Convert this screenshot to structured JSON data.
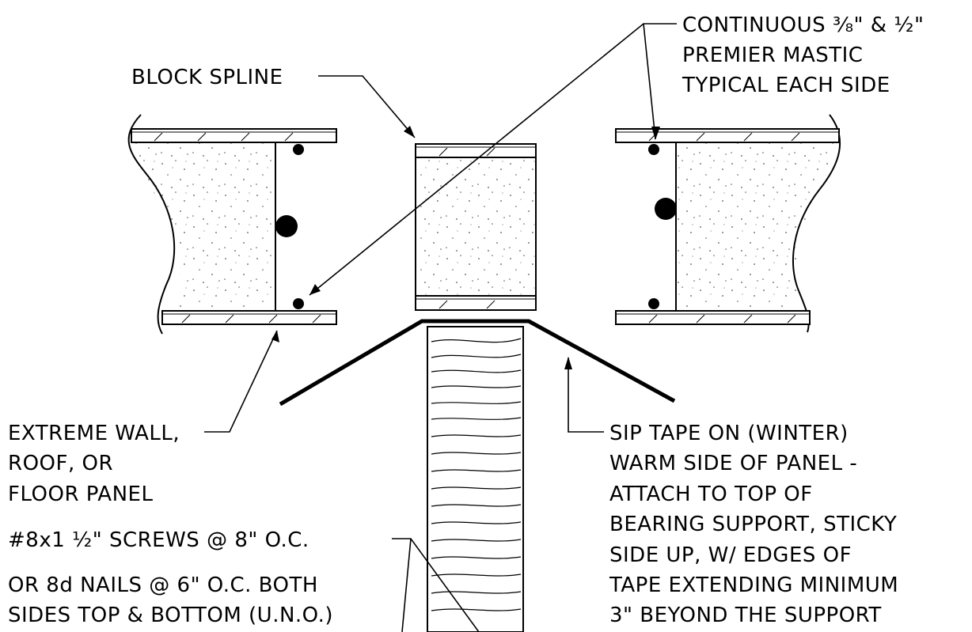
{
  "labels": {
    "mastic": {
      "line1": "CONTINUOUS ³⁄₈\" & ½\"",
      "line2": "PREMIER MASTIC",
      "line3": "TYPICAL EACH SIDE"
    },
    "block_spline": "BLOCK SPLINE",
    "panel": {
      "line1": "EXTREME WALL,",
      "line2": "ROOF, OR",
      "line3": "FLOOR PANEL"
    },
    "tape": {
      "line1": "SIP TAPE ON (WINTER)",
      "line2": "WARM SIDE OF PANEL -",
      "line3": "ATTACH TO TOP OF",
      "line4": "BEARING SUPPORT, STICKY",
      "line5": "SIDE UP, W/ EDGES OF",
      "line6": "TAPE EXTENDING MINIMUM",
      "line7": "3\" BEYOND THE SUPPORT"
    },
    "screws": {
      "line1": "#8x1 ½\" SCREWS @ 8\" O.C.",
      "line2": "OR 8d NAILS @ 6\" O.C. BOTH",
      "line3": "SIDES TOP & BOTTOM (U.N.O.)"
    }
  }
}
